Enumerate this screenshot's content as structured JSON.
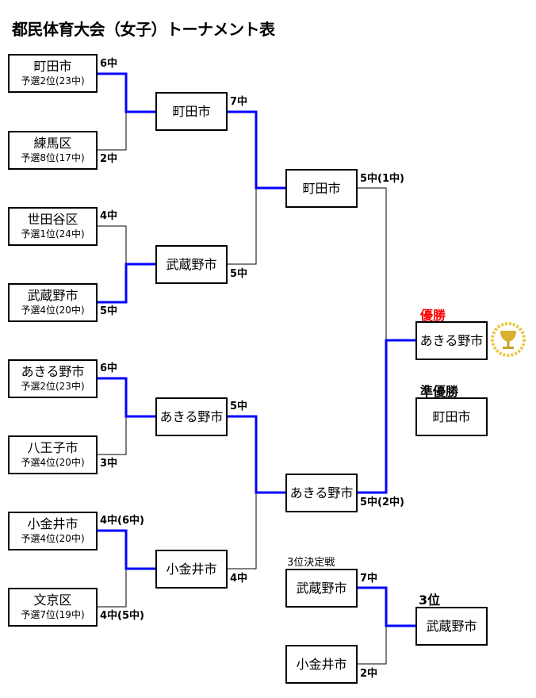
{
  "title": "都民体育大会（女子）トーナメント表",
  "round1": [
    {
      "name": "町田市",
      "seed": "予選2位(23中)",
      "score": "6中"
    },
    {
      "name": "練馬区",
      "seed": "予選8位(17中)",
      "score": "2中"
    },
    {
      "name": "世田谷区",
      "seed": "予選1位(24中)",
      "score": "4中"
    },
    {
      "name": "武蔵野市",
      "seed": "予選4位(20中)",
      "score": "5中"
    },
    {
      "name": "あきる野市",
      "seed": "予選2位(23中)",
      "score": "6中"
    },
    {
      "name": "八王子市",
      "seed": "予選4位(20中)",
      "score": "3中"
    },
    {
      "name": "小金井市",
      "seed": "予選4位(20中)",
      "score": "4中(6中)"
    },
    {
      "name": "文京区",
      "seed": "予選7位(19中)",
      "score": "4中(5中)"
    }
  ],
  "round2": [
    {
      "name": "町田市",
      "score": "7中"
    },
    {
      "name": "武蔵野市",
      "score": "5中"
    },
    {
      "name": "あきる野市",
      "score": "5中"
    },
    {
      "name": "小金井市",
      "score": "4中"
    }
  ],
  "round3": [
    {
      "name": "町田市",
      "score": "5中(1中)"
    },
    {
      "name": "あきる野市",
      "score": "5中(2中)"
    }
  ],
  "champion": {
    "label": "優勝",
    "name": "あきる野市",
    "icon": "trophy-icon",
    "color": "#ff0000"
  },
  "runner_up": {
    "label": "準優勝",
    "name": "町田市"
  },
  "third_place_match": {
    "label": "3位決定戦",
    "teams": [
      {
        "name": "武蔵野市",
        "score": "7中"
      },
      {
        "name": "小金井市",
        "score": "2中"
      }
    ],
    "result_label": "3位",
    "result_name": "武蔵野市"
  },
  "colors": {
    "winner_line": "#0000ff",
    "loser_line": "#000000"
  }
}
